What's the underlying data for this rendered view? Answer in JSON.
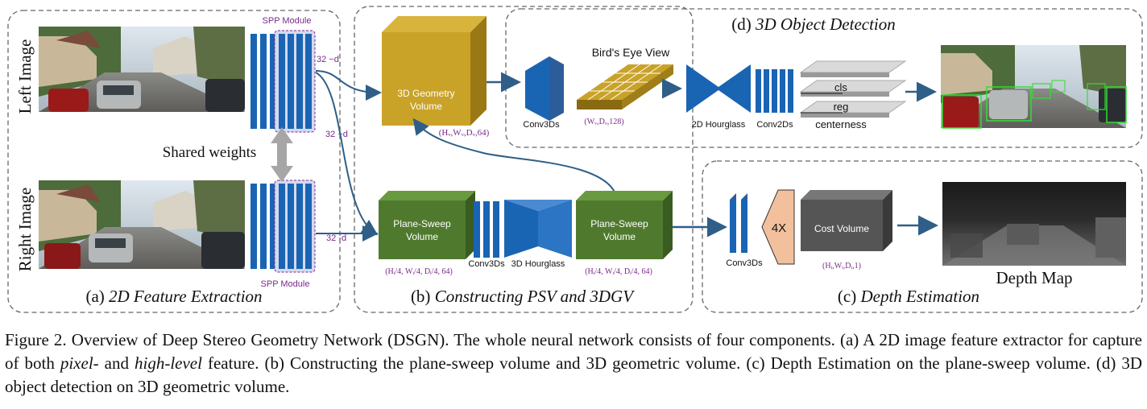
{
  "panels": {
    "a": {
      "title_prefix": "(a) ",
      "title_italic": "2D Feature Extraction",
      "left_image_label": "Left Image",
      "right_image_label": "Right Image",
      "shared_weights": "Shared weights",
      "spp_module_top": "SPP Module",
      "spp_module_bottom": "SPP Module",
      "ch_top": "32 −d",
      "ch_mid": "32 −d",
      "ch_bottom": "32 -d"
    },
    "b": {
      "title_prefix": "(b) ",
      "title_italic": "Constructing PSV and 3DGV",
      "geometry_volume_line1": "3D Geometry",
      "geometry_volume_line2": "Volume",
      "geometry_dims": "(Hᵥ,Wᵥ,Dᵥ,64)",
      "psv_left_line1": "Plane-Sweep",
      "psv_left_line2": "Volume",
      "psv_right_line1": "Plane-Sweep",
      "psv_right_line2": "Volume",
      "conv3ds": "Conv3Ds",
      "hourglass": "3D Hourglass",
      "psv_dims": "(Hᵢ/4, Wᵢ/4, Dᵢ/4, 64)"
    },
    "c": {
      "title_prefix": "(c) ",
      "title_italic": "Depth Estimation",
      "conv3ds": "Conv3Ds",
      "upsample": "4X",
      "cost_volume": "Cost Volume",
      "cost_dims": "(Hᵢ,Wᵢ,Dᵢ,1)",
      "depth_map": "Depth Map"
    },
    "d": {
      "title_prefix": "(d) ",
      "title_italic": "3D Object Detection",
      "conv3ds": "Conv3Ds",
      "bev_label": "Bird's Eye View",
      "bev_dims": "(Wᵥ,Dᵥ,128)",
      "hourglass2d": "2D Hourglass",
      "conv2ds": "Conv2Ds",
      "head_cls": "cls",
      "head_reg": "reg",
      "head_centerness": "centerness"
    }
  },
  "caption": {
    "part1": "Figure 2. Overview of Deep Stereo Geometry Network (DSGN). The whole neural network consists of four components. (a) A 2D image feature extractor for capture of both ",
    "italic1": "pixel-",
    "part2": " and ",
    "italic2": "high-level",
    "part3": " feature. (b) Constructing the plane-sweep volume and 3D geometric volume. (c) Depth Estimation on the plane-sweep volume. (d) 3D object detection on 3D geometric volume."
  },
  "colors": {
    "blue": "#1a64b4",
    "gold": "#c9a228",
    "green": "#4f7a2e",
    "gray_block": "#555555",
    "salmon": "#f2c09c",
    "purple_text": "#7a2a8a",
    "arrow": "#2f5f88"
  }
}
